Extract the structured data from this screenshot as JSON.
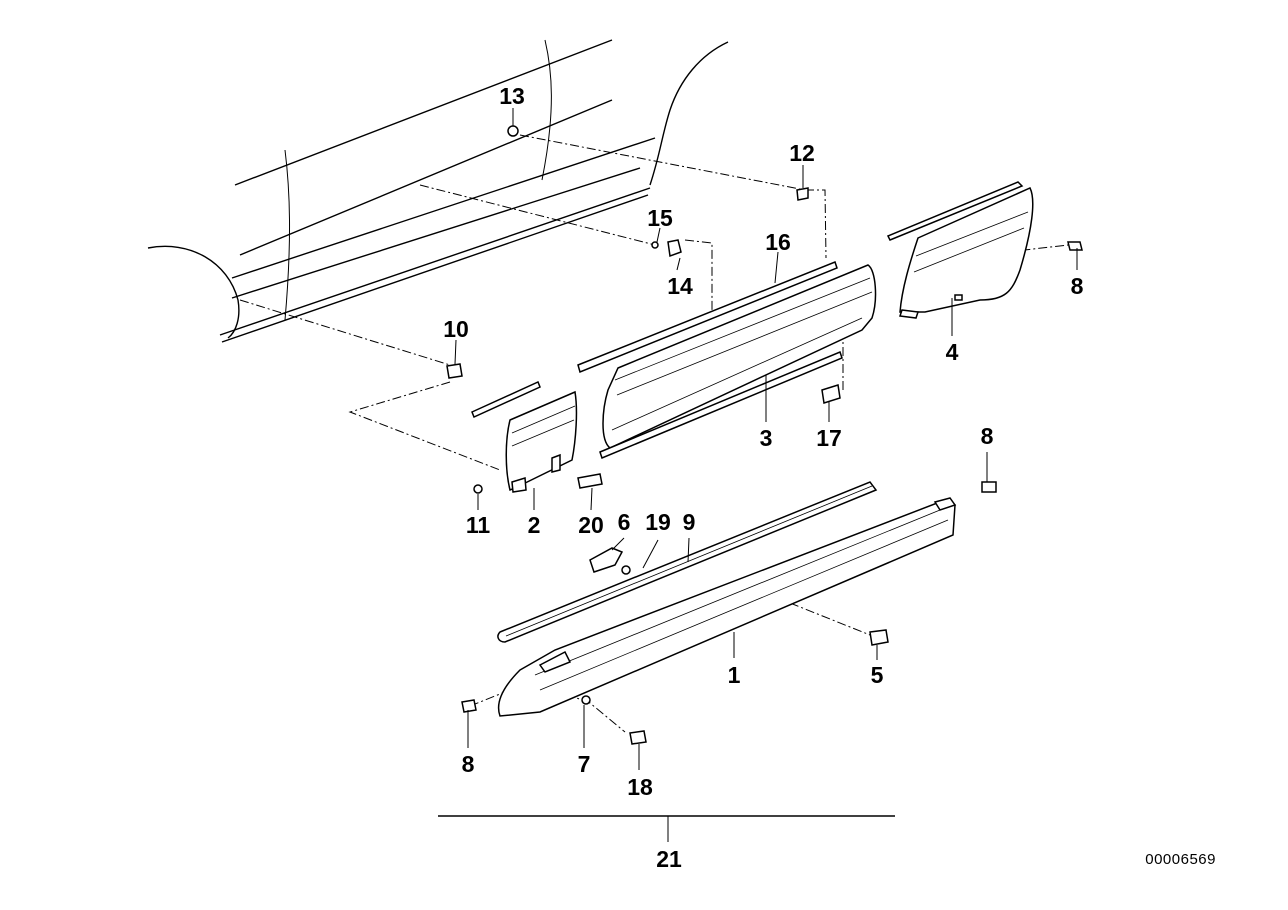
{
  "diagram": {
    "reference_number": "00006569",
    "labels": {
      "p1": "1",
      "p2": "2",
      "p3": "3",
      "p4": "4",
      "p5": "5",
      "p6": "6",
      "p7": "7",
      "p8a": "8",
      "p8b": "8",
      "p8c": "8",
      "p9": "9",
      "p10": "10",
      "p11": "11",
      "p12": "12",
      "p13": "13",
      "p14": "14",
      "p15": "15",
      "p16": "16",
      "p17": "17",
      "p18": "18",
      "p19": "19",
      "p20": "20",
      "p21": "21"
    }
  }
}
